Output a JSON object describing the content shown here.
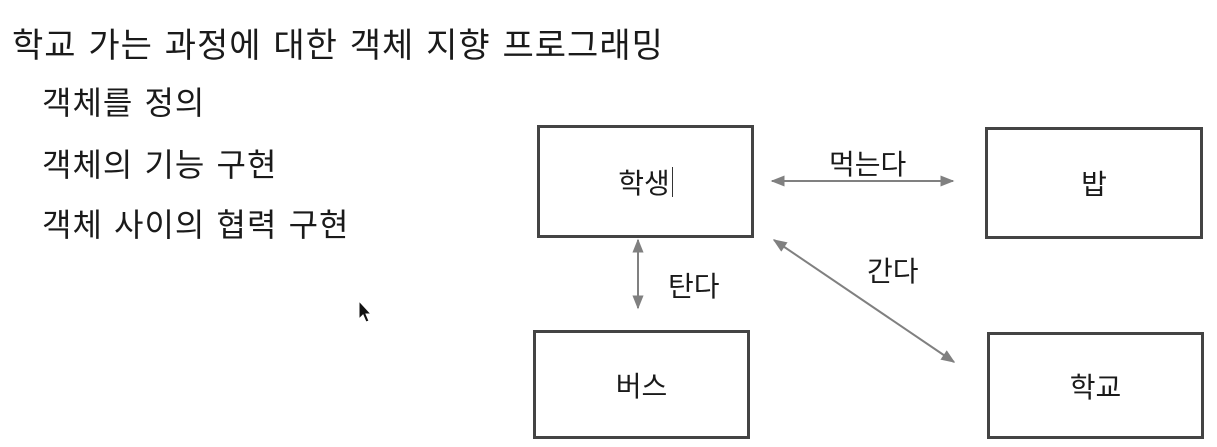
{
  "title": "학교 가는 과정에 대한 객체 지향 프로그래밍",
  "bullets": [
    "객체를 정의",
    "객체의 기능 구현",
    "객체 사이의 협력 구현"
  ],
  "objects": {
    "student": "학생",
    "rice": "밥",
    "bus": "버스",
    "school": "학교"
  },
  "relations": {
    "eat": "먹는다",
    "ride": "탄다",
    "go": "간다"
  },
  "colors": {
    "arrow": "#808080",
    "border": "#444444"
  }
}
